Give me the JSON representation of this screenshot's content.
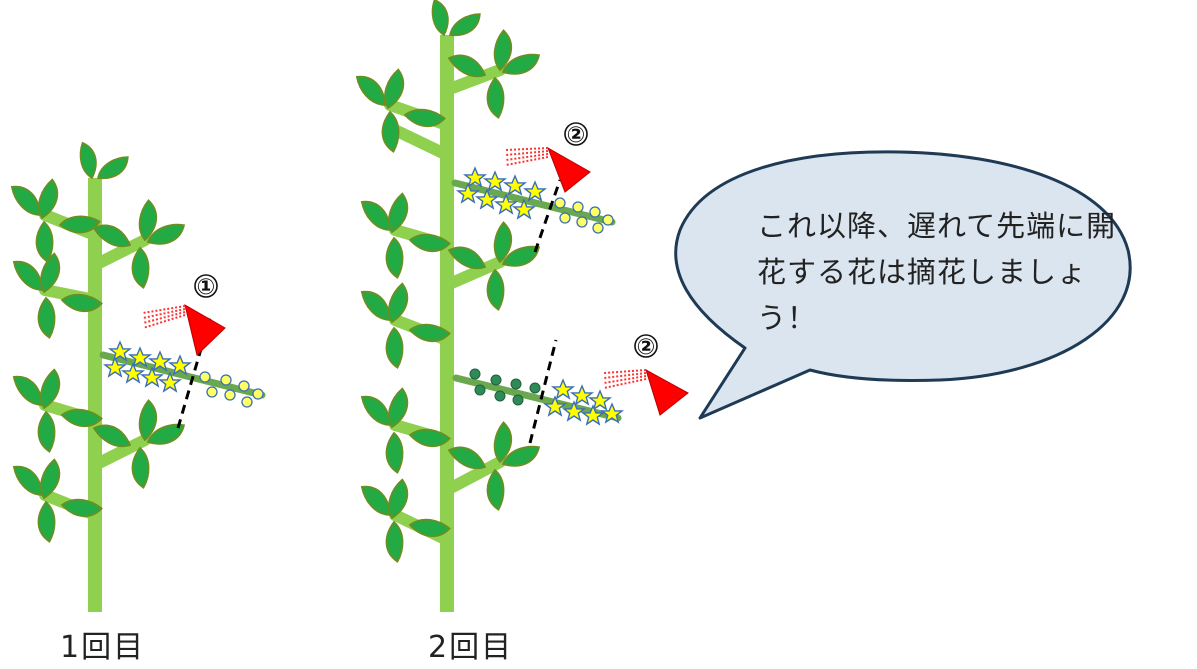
{
  "plants": [
    {
      "label": "1回目",
      "step_marker": "①"
    },
    {
      "label": "2回目",
      "step_marker": "②"
    }
  ],
  "speech_bubble": {
    "text": "これ以降、遅れて先端に開花する花は摘花しましょう！"
  },
  "colors": {
    "stem": "#8fd14f",
    "leaf": "#22aa44",
    "leaf_outline": "#6b8e23",
    "flower_cluster_stem": "#6aa84f",
    "flower": "#ffff00",
    "flower_outline": "#3b6fb6",
    "bud": "#ffff66",
    "young_fruit": "#2e8b57",
    "sprayer": "#ff0000",
    "spray_mist": "#ff3333",
    "bubble_fill": "#dbe5ef",
    "bubble_outline": "#1f3a55"
  },
  "icons": [
    "leaf-icon",
    "star-flower-icon",
    "bud-icon",
    "sprayer-icon",
    "spray-mist-icon",
    "cut-line"
  ]
}
